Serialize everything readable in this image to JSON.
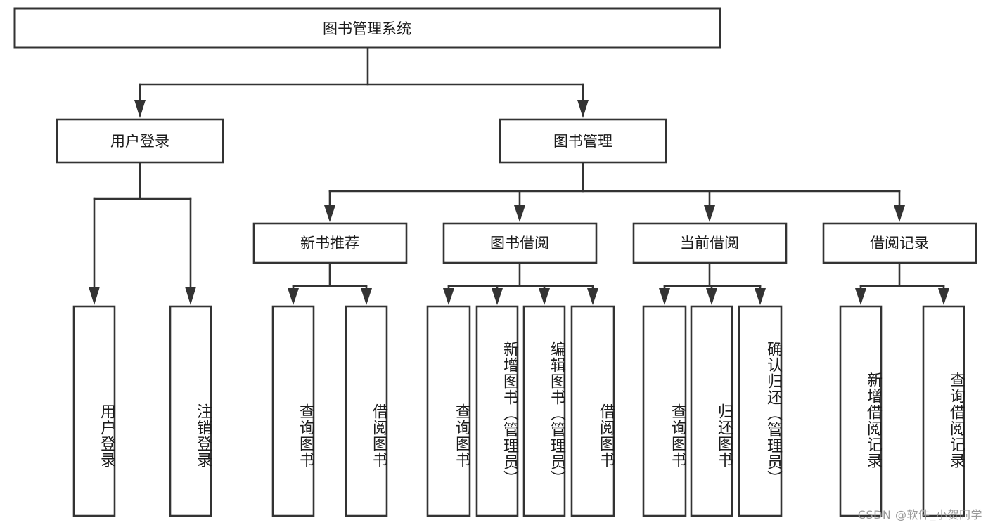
{
  "diagram": {
    "type": "tree-hierarchy",
    "title": "图书管理系统",
    "orientation": "top-down",
    "watermark": "CSDN @软件_小贺同学",
    "root": {
      "id": "root",
      "label": "图书管理系统",
      "level": 0
    },
    "level1": [
      {
        "id": "user-login",
        "label": "用户登录",
        "level": 1
      },
      {
        "id": "book-manage",
        "label": "图书管理",
        "level": 1
      }
    ],
    "level2": [
      {
        "id": "new-book-rec",
        "label": "新书推荐",
        "parent": "book-manage",
        "level": 2
      },
      {
        "id": "book-borrow",
        "label": "图书借阅",
        "parent": "book-manage",
        "level": 2
      },
      {
        "id": "current-borrow",
        "label": "当前借阅",
        "parent": "book-manage",
        "level": 2
      },
      {
        "id": "borrow-record",
        "label": "借阅记录",
        "parent": "book-manage",
        "level": 2
      }
    ],
    "leaves": [
      {
        "id": "leaf-user-login",
        "label": "用户登录",
        "parent": "user-login"
      },
      {
        "id": "leaf-logout",
        "label": "注销登录",
        "parent": "user-login"
      },
      {
        "id": "leaf-query-book-1",
        "label": "查询图书",
        "parent": "new-book-rec"
      },
      {
        "id": "leaf-borrow-book-1",
        "label": "借阅图书",
        "parent": "new-book-rec"
      },
      {
        "id": "leaf-query-book-2",
        "label": "查询图书",
        "parent": "book-borrow"
      },
      {
        "id": "leaf-add-book",
        "label": "新增图书（管理员）",
        "parent": "book-borrow"
      },
      {
        "id": "leaf-edit-book",
        "label": "编辑图书（管理员）",
        "parent": "book-borrow"
      },
      {
        "id": "leaf-borrow-book-2",
        "label": "借阅图书",
        "parent": "book-borrow"
      },
      {
        "id": "leaf-query-book-3",
        "label": "查询图书",
        "parent": "current-borrow"
      },
      {
        "id": "leaf-return-book",
        "label": "归还图书",
        "parent": "current-borrow"
      },
      {
        "id": "leaf-confirm-return",
        "label": "确认归还（管理员）",
        "parent": "current-borrow"
      },
      {
        "id": "leaf-add-record",
        "label": "新增借阅记录",
        "parent": "borrow-record"
      },
      {
        "id": "leaf-query-record",
        "label": "查询借阅记录",
        "parent": "borrow-record"
      }
    ],
    "colors": {
      "background": "#ffffff",
      "node_fill": "#ffffff",
      "node_stroke": "#333333",
      "text": "#1b1b1b",
      "watermark": "#9a9a9a"
    }
  }
}
